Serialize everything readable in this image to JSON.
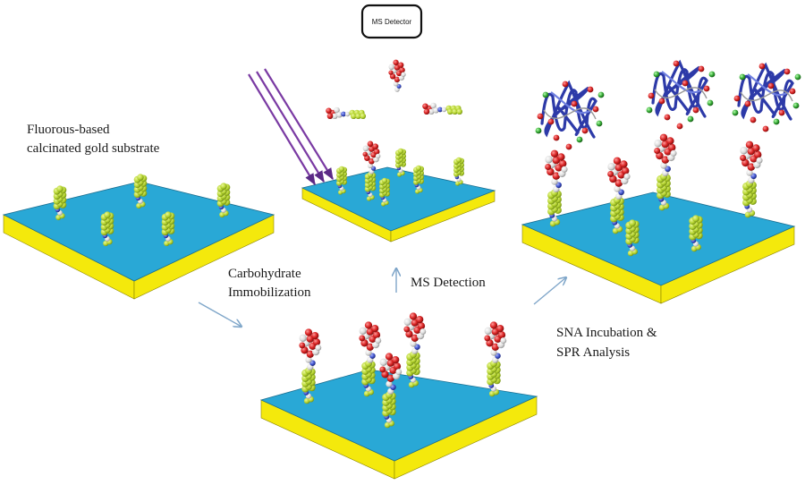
{
  "labels": {
    "substrate_line1": "Fluorous-based",
    "substrate_line2": "calcinated gold substrate",
    "immob_line1": "Carbohydrate",
    "immob_line2": "Immobilization",
    "ms_detection": "MS Detection",
    "sna_line1": "SNA Incubation &",
    "sna_line2": "SPR Analysis",
    "detector": "MS Detector"
  },
  "colors": {
    "plate_top": "#29a8d6",
    "plate_side": "#f4e90c",
    "fluorous": "#b6d530",
    "carb_red": "#d92424",
    "carb_white": "#e6e6e6",
    "nitrogen": "#3c4fc8",
    "laser": "#7a3aa3",
    "arrow": "#7fa6c9",
    "protein_blue": "#2d3aa8"
  }
}
